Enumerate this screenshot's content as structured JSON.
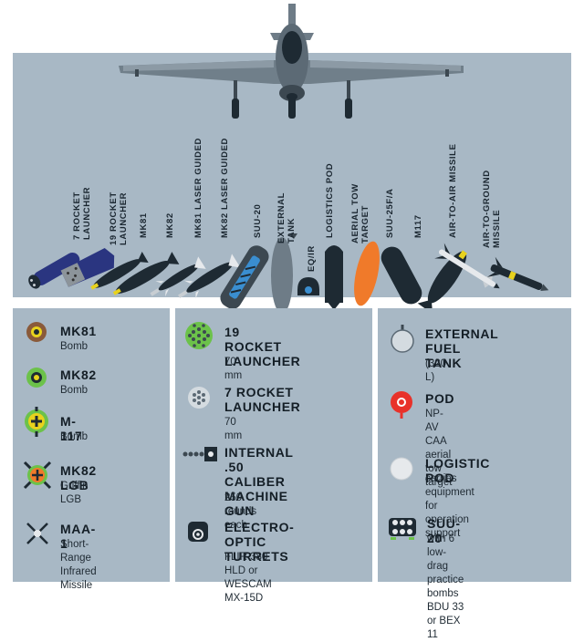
{
  "weapon_labels": [
    "7 ROCKET\nLAUNCHER",
    "19 ROCKET\nLAUNCHER",
    "MK81",
    "MK82",
    "MK81 LASER GUIDED",
    "MK82 LASER GUIDED",
    "SUU-20",
    "EXTERNAL\nTANK",
    "EQ/IR",
    "LOGISTICS POD",
    "AERIAL TOW\nTARGET",
    "SUU-25F/A",
    "M117",
    "AIR-TO-AIR MISSILE",
    "AIR-TO-GROUND MISSILE"
  ],
  "legend": {
    "col1": [
      {
        "title": "MK81",
        "desc": "Bomb",
        "icon": "mk81-bomb-icon"
      },
      {
        "title": "MK82",
        "desc": "Bomb",
        "icon": "mk82-bomb-icon"
      },
      {
        "title": "M-117",
        "desc": "Bomb",
        "icon": "m117-bomb-icon"
      },
      {
        "title": "MK82 LGB",
        "desc": "Griffin LGB",
        "icon": "mk82-lgb-icon"
      },
      {
        "title": "MAA-1",
        "desc": "Short-Range\nInfrared Missile",
        "icon": "maa1-missile-icon"
      }
    ],
    "col2": [
      {
        "title": "19 ROCKET\nLAUNCHER",
        "desc": "70 mm",
        "icon": "rocket-launcher-19-icon"
      },
      {
        "title": "7 ROCKET\nLAUNCHER",
        "desc": "70 mm",
        "icon": "rocket-launcher-7-icon"
      },
      {
        "title": "INTERNAL\n.50 CALIBER\nMACHINE GUN",
        "desc": "250 rounds each",
        "icon": "machine-gun-icon"
      },
      {
        "title": "ELECTRO-OPTIC\nTURRETS",
        "desc": "FLIR 380 HLD or\nWESCAM MX-15D",
        "icon": "eo-turret-icon"
      }
    ],
    "col3": [
      {
        "title": "EXTERNAL\nFUEL TANK",
        "desc": "(320 L)",
        "icon": "fuel-tank-icon"
      },
      {
        "title": "POD",
        "desc": "NP-AV CAA aerial\ntow target",
        "icon": "tow-pod-icon"
      },
      {
        "title": "LOGISTIC POD",
        "desc": "carries equipment for\noperation support",
        "icon": "logistic-pod-icon"
      },
      {
        "title": "SUU-20",
        "desc": "with 6 low-drag\npractice bombs\nBDU 33 or BEX 11",
        "icon": "suu20-icon"
      }
    ]
  },
  "colors": {
    "panel": "#a8b8c5",
    "dark": "#1e2a33",
    "orange": "#f07a2a",
    "red": "#e8312a",
    "green": "#6cc24a",
    "yellow": "#e8d21d",
    "brown": "#8a5a3a",
    "navy": "#2a3580"
  }
}
